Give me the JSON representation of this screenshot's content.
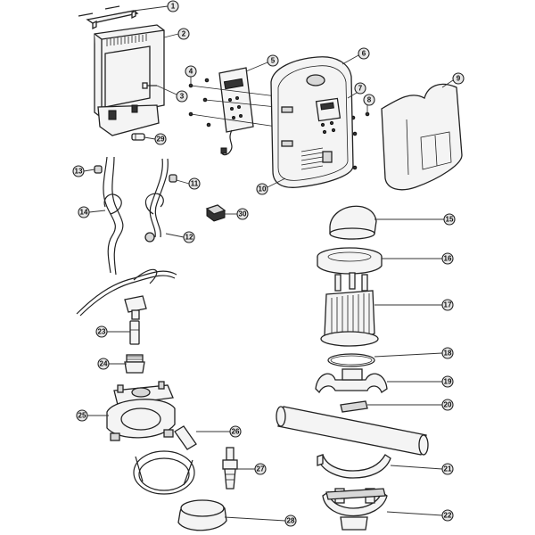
{
  "callouts": [
    {
      "id": "1"
    },
    {
      "id": "2"
    },
    {
      "id": "3"
    },
    {
      "id": "4"
    },
    {
      "id": "5"
    },
    {
      "id": "6"
    },
    {
      "id": "7"
    },
    {
      "id": "8"
    },
    {
      "id": "9"
    },
    {
      "id": "10"
    },
    {
      "id": "11"
    },
    {
      "id": "12"
    },
    {
      "id": "13"
    },
    {
      "id": "14"
    },
    {
      "id": "15"
    },
    {
      "id": "16"
    },
    {
      "id": "17"
    },
    {
      "id": "18"
    },
    {
      "id": "19"
    },
    {
      "id": "20"
    },
    {
      "id": "21"
    },
    {
      "id": "22"
    },
    {
      "id": "23"
    },
    {
      "id": "24"
    },
    {
      "id": "25"
    },
    {
      "id": "26"
    },
    {
      "id": "27"
    },
    {
      "id": "28"
    },
    {
      "id": "29"
    },
    {
      "id": "30"
    }
  ]
}
